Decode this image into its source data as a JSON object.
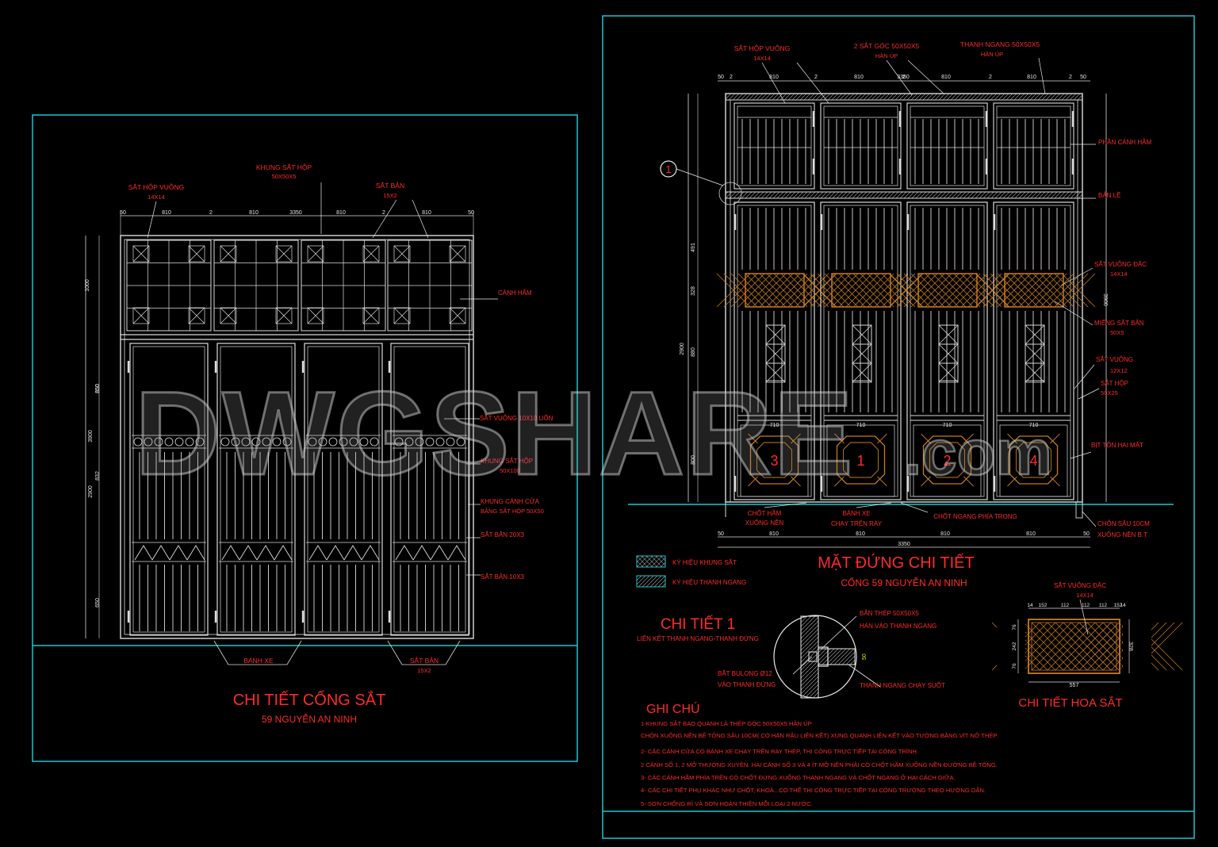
{
  "watermark": {
    "text": "DWGSHARE",
    "suffix": ".com"
  },
  "left": {
    "title": "CHI TIẾT CỔNG SẮT",
    "subtitle": "59 NGUYỄN AN NINH",
    "labels": {
      "khung_sat_hop": "KHUNG SẮT HỘP",
      "khung_sat_hop_size": "50X50X5",
      "sat_hop_vuong": "SẮT HỘP VUÔNG",
      "sat_hop_vuong_size": "14X14",
      "sat_ban": "SẮT BẢN",
      "sat_ban_size": "15X2",
      "canh_ham": "CÁNH HÃM",
      "sat_vuong_uon": "SẮT VUÔNG 10X10 UỐN",
      "khung_sat_hop2": "KHUNG SẮT HỘP",
      "khung_sat_hop2_size": "50X100",
      "khung_canh_cua": "KHUNG CÁNH CỬA",
      "khung_canh_cua2": "BẰNG SẮT HỘP 50X50",
      "sat_ban_20": "SẮT BẢN 20X3",
      "sat_ban_10": "SẮT BẢN 10X3",
      "banh_xe": "BÁNH XE",
      "sat_ban_bot": "SẮT BẢN",
      "sat_ban_bot_size": "15X2"
    },
    "dims_top": [
      "50",
      "810",
      "2",
      "810",
      "3350",
      "810",
      "2",
      "810",
      "50"
    ],
    "dims_left": [
      "3900",
      "1000",
      "850",
      "850",
      "2900",
      "832",
      "650"
    ]
  },
  "right": {
    "title": "MẶT ĐỨNG CHI TIẾT",
    "subtitle": "CỔNG 59 NGUYỄN AN NINH",
    "labels": {
      "sat_hop_vuong": "SẮT HỘP VUÔNG",
      "sat_hop_vuong_size": "14X14",
      "sat_goc": "2 SẮT GÓC 50X50X5",
      "sat_goc2": "HÀN ÚP",
      "thanh_ngang": "THANH NGANG 50X50X5",
      "thanh_ngang2": "HÀN ÚP",
      "phan_canh_ham": "PHẦN CÁNH HÃM",
      "ban_le": "BẢN LỀ",
      "sat_vuong_dac": "SẮT VUÔNG ĐẶC",
      "sat_vuong_dac_size": "14X14",
      "mieng_sat_ban": "MIẾNG SẮT BẢN",
      "mieng_sat_ban_size": "50X5",
      "sat_vuong": "SẮT VUÔNG",
      "sat_vuong_size": "12X12",
      "sat_hop": "SẮT HỘP",
      "sat_hop_size": "50X25",
      "bit_ton": "BỊT TÔN HAI MẶT",
      "chot_ham": "CHỐT HÃM",
      "chot_ham2": "XUỐNG NỀN",
      "banh_xe": "BÁNH XE",
      "banh_xe2": "CHẠY TRÊN RAY",
      "chot_ngang": "CHỐT NGANG PHÍA TRONG",
      "chon_sau": "CHÔN SÂU 10CM",
      "chon_sau2": "XUỐNG NỀN B.T"
    },
    "panel_numbers": [
      "3",
      "1",
      "2",
      "4"
    ],
    "dims_top": [
      "50",
      "2",
      "810",
      "2",
      "810",
      "3350",
      "2",
      "810",
      "2",
      "810",
      "2",
      "50"
    ],
    "dims_bot": [
      "50",
      "810",
      "810",
      "3350",
      "810",
      "810",
      "50"
    ],
    "dims_left": [
      "2900",
      "491",
      "328",
      "880",
      "800"
    ],
    "dim_right": "3900",
    "dim_710": "710",
    "callout": "1"
  },
  "legend": {
    "khung_sat": "KÝ HIỆU KHUNG SẮT",
    "thanh_ngang": "KÝ HIỆU THANH NGANG"
  },
  "detail1": {
    "title": "CHI TIẾT 1",
    "subtitle": "LIÊN KẾT THANH NGANG-THANH ĐỨNG",
    "ban_thep": "BẢN THÉP 50X50X5",
    "ban_thep2": "HÀN VÀO THANH NGANG",
    "bulong": "BẮT BULONG Ø12",
    "bulong2": "VÀO THANH ĐỨNG",
    "thanh_ngang": "THANH NGANG CHẠY SUỐT",
    "dim": "50"
  },
  "hoa_sat": {
    "title": "CHI TIẾT HOA SẮT",
    "label": "SẮT VUÔNG ĐẶC",
    "label_size": "14X14",
    "dims_top": [
      "14",
      "152",
      "112",
      "112",
      "112",
      "152",
      "14"
    ],
    "dim_bot": "557",
    "dim_right": "328",
    "dims_left": [
      "76",
      "242",
      "76"
    ]
  },
  "notes": {
    "title": "GHI CHÚ",
    "lines": [
      "1-KHUNG SẮT BAO QUANH LÀ THÉP GÓC 50X50X5 HÀN ÚP",
      "CHÔN XUỐNG NỀN BÊ TÔNG SÂU 10CM( CÓ HÀN RÂU LIÊN KẾT) XUNG QUANH LIÊN KẾT VÀO TƯỜNG BẰNG VÍT NỞ THÉP.",
      "2- CÁC CÁNH CỬA CÓ BÁNH XE CHẠY TRÊN RAY THÉP, THI CÔNG TRỰC TIẾP TẠI CÔNG TRÌNH.",
      "2 CÁNH SỐ 1, 2 MỞ THƯỜNG XUYÊN. HAI CÁNH SỐ 3 VÀ 4 ÍT MỞ NÊN PHẢI CÓ CHỐT HÃM XUỐNG NỀN ĐƯỜNG BÊ TÔNG.",
      "3- CÁC CÁNH HÃM PHÍA TRÊN CÓ CHỐT ĐỨNG XUỐNG THANH NGANG VÀ CHỐT NGANG Ở HAI CÁCH GIỮA.",
      "4- CÁC CHI TIẾT PHỤ KHÁC NHƯ CHỐT, KHOÁ...CÓ THỂ THI CÔNG TRỰC TIẾP TẠI CÔNG TRƯỜNG THEO HƯỚNG DẪN.",
      "5- SƠN CHỐNG RỈ VÀ SƠN HOÀN THIỆN MỖI LOẠI 2 NƯỚC."
    ]
  }
}
